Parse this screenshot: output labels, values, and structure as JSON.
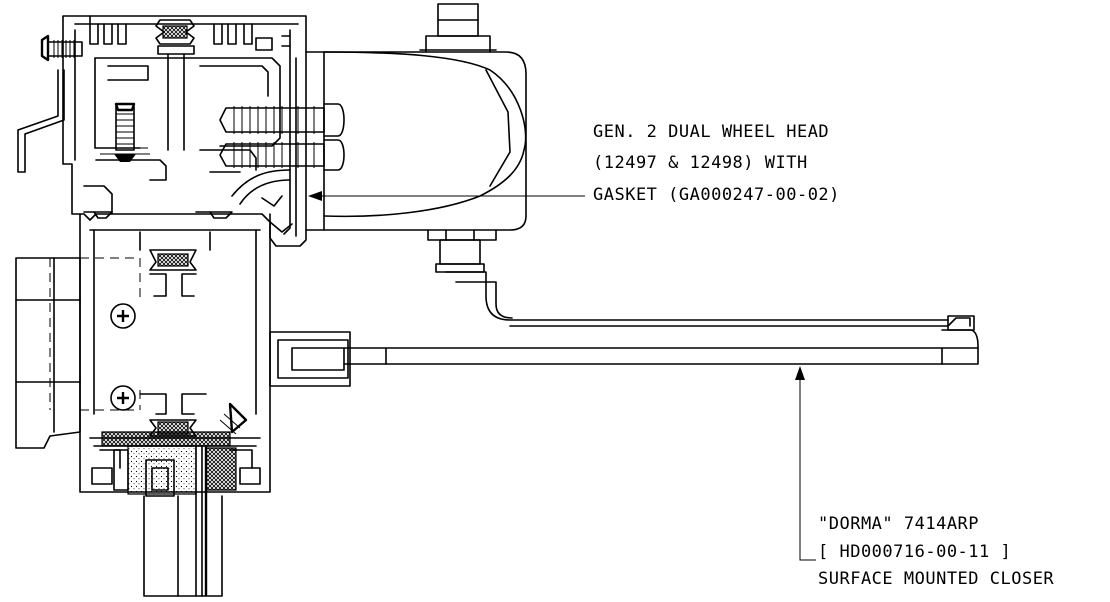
{
  "annotations": {
    "head": {
      "line1": "GEN. 2 DUAL WHEEL HEAD",
      "line2": "(12497 & 12498) WITH",
      "line3": "GASKET (GA000247-00-02)"
    },
    "closer": {
      "line1": "\"DORMA\" 7414ARP",
      "line2": "[ HD000716-00-11 ]",
      "line3": "SURFACE MOUNTED CLOSER"
    }
  },
  "colors": {
    "ink": "#000000",
    "paper": "#ffffff"
  }
}
